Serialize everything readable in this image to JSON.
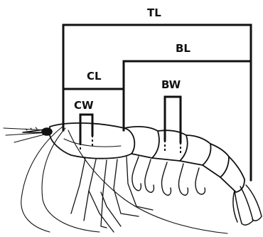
{
  "labels": {
    "tl": "TL",
    "bl": "BL",
    "cl": "CL",
    "bw": "BW",
    "cw": "CW"
  },
  "colors": {
    "line": "#111111",
    "background": "#ffffff"
  }
}
